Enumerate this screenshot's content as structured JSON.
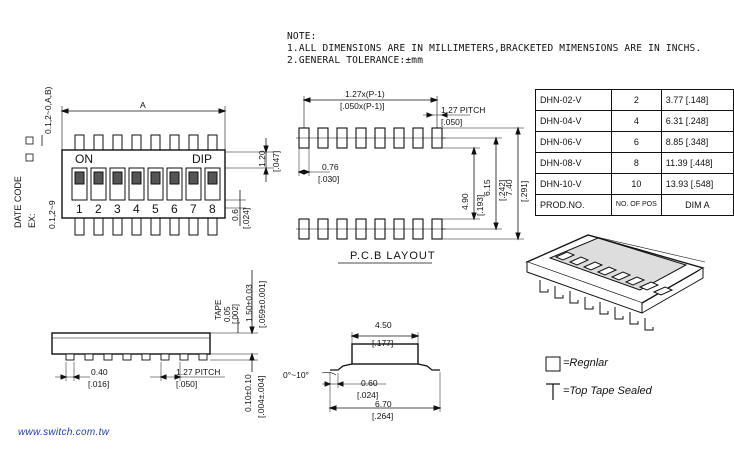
{
  "notes": {
    "heading": "NOTE:",
    "line1": "1.ALL DIMENSIONS ARE IN MILLIMETERS,BRACKETED MIMENSIONS ARE IN INCHS.",
    "line2": "2.GENERAL TOLERANCE:±mm"
  },
  "top_view": {
    "dim_a": "A",
    "on_label": "ON",
    "dip_label": "DIP",
    "pin_numbers": [
      "1",
      "2",
      "3",
      "4",
      "5",
      "6",
      "7",
      "8"
    ],
    "date_code": "DATE CODE",
    "ex": "EX:",
    "side_range": "0.1,2~9",
    "top_range": "0.1,2~0,A,B)",
    "dim_120": "1.20",
    "dim_047": "[.047]",
    "dim_06": "0.6",
    "dim_024": "[.024]"
  },
  "pcb_layout": {
    "pitch_formula": "1.27x(P-1)",
    "pitch_formula_in": "[.050x(P-1)]",
    "pitch": "1.27 PITCH",
    "pitch_in": "[.050]",
    "dim_076": "0.76",
    "dim_030": "[.030]",
    "dim_490": "4.90",
    "dim_193": "[.193]",
    "dim_615": "6.15",
    "dim_242": "[.242]",
    "dim_740": "7.40",
    "dim_291": "[.291]",
    "title": "P.C.B LAYOUT"
  },
  "product_table": {
    "rows": [
      {
        "prod": "DHN-02-V",
        "pos": "2",
        "dim": "3.77  [.148]"
      },
      {
        "prod": "DHN-04-V",
        "pos": "4",
        "dim": "6.31  [.248]"
      },
      {
        "prod": "DHN-06-V",
        "pos": "6",
        "dim": "8.85  [.348]"
      },
      {
        "prod": "DHN-08-V",
        "pos": "8",
        "dim": "11.39 [.448]"
      },
      {
        "prod": "DHN-10-V",
        "pos": "10",
        "dim": "13.93 [.548]"
      }
    ],
    "header_prod": "PROD.NO.",
    "header_pos": "NO. OF POS",
    "header_dim": "DIM  A"
  },
  "side_view": {
    "tape": "TAPE",
    "dim_005": "0.05",
    "dim_002": "[.002]",
    "dim_150": "1.50±0.03",
    "dim_059": "[.059±0.001]",
    "dim_040": "0.40",
    "dim_016": "[.016]",
    "pitch": "1.27 PITCH",
    "pitch_in": "[.050]",
    "dim_010": "0.10±0.10",
    "dim_004": "[.004±.004]"
  },
  "end_view": {
    "dim_450": "4.50",
    "dim_177": "[.177]",
    "angle": "0°~10°",
    "dim_060": "0.60",
    "dim_024": "[.024]",
    "dim_670": "6.70",
    "dim_264": "[.264]"
  },
  "legend": {
    "regular": "=Regnlar",
    "tape": "=Top Tape Sealed"
  },
  "footer": {
    "url": "www.switch.com.tw"
  }
}
